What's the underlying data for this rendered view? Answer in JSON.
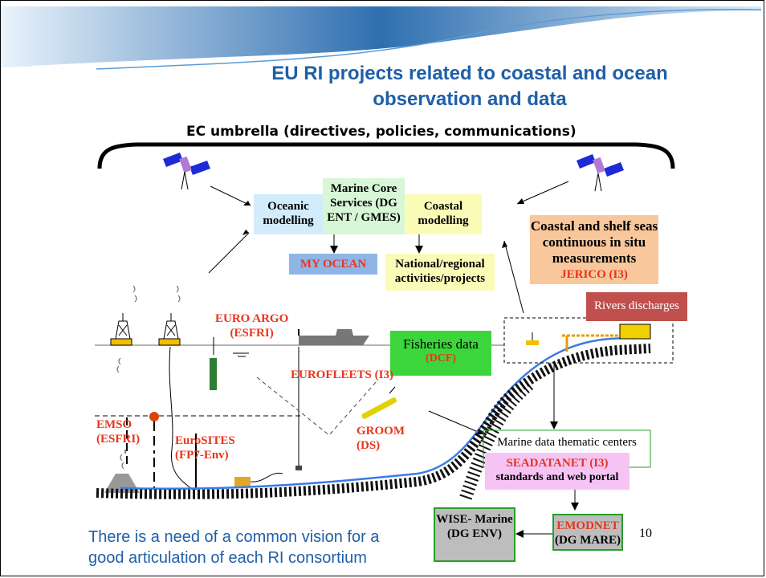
{
  "title_line1": "EU RI projects related to coastal and ocean",
  "title_line2": "observation and data",
  "umbrella": "EC umbrella (directives, policies, communications)",
  "boxes": {
    "oceanic": "Oceanic modelling",
    "marine_core": "Marine Core Services (DG ENT / GMES)",
    "coastal": "Coastal modelling",
    "myocean": "MY OCEAN",
    "national": "National/regional activities/projects",
    "coastal_shelf": "Coastal and shelf seas continuous in situ measurements",
    "jerico": "JERICO (I3)",
    "rivers": "Rivers discharges",
    "fisheries": "Fisheries data",
    "dcf": "(DCF)",
    "thematic": "Marine data thematic centers",
    "seadatanet": "SEADATANET (I3)",
    "standards": "standards and web portal",
    "emodnet": "EMODNET",
    "dgmare": "(DG MARE)",
    "wise": "WISE- Marine (DG ENV)"
  },
  "labels": {
    "euroargo": "EURO ARGO",
    "esfri1": "(ESFRI)",
    "eurofleets": "EUROFLEETS (I3)",
    "groom": "GROOM",
    "ds": "(DS)",
    "emso": "EMSO",
    "esfri2": "(ESFRI)",
    "eurosites": "EuroSITES",
    "fp7": "(FP7-Env)"
  },
  "bottom_line1": "There is  a need of a common vision for a",
  "bottom_line2": "good articulation of each RI consortium",
  "page_number": "10",
  "colors": {
    "title": "#1f5fa8",
    "red": "#e8351c",
    "oceanic_bg": "#d3ecfb",
    "marine_core_bg": "#d7f7d7",
    "coastal_bg": "#fbfbb8",
    "myocean_bg": "#8fb5e6",
    "national_bg": "#fbfbb8",
    "coastal_shelf_bg": "#f9c79c",
    "rivers_bg": "#c0504d",
    "fisheries_bg": "#3cd63c",
    "seadatanet_bg": "#f5c4f5",
    "grey_bg": "#bdbdbd"
  }
}
